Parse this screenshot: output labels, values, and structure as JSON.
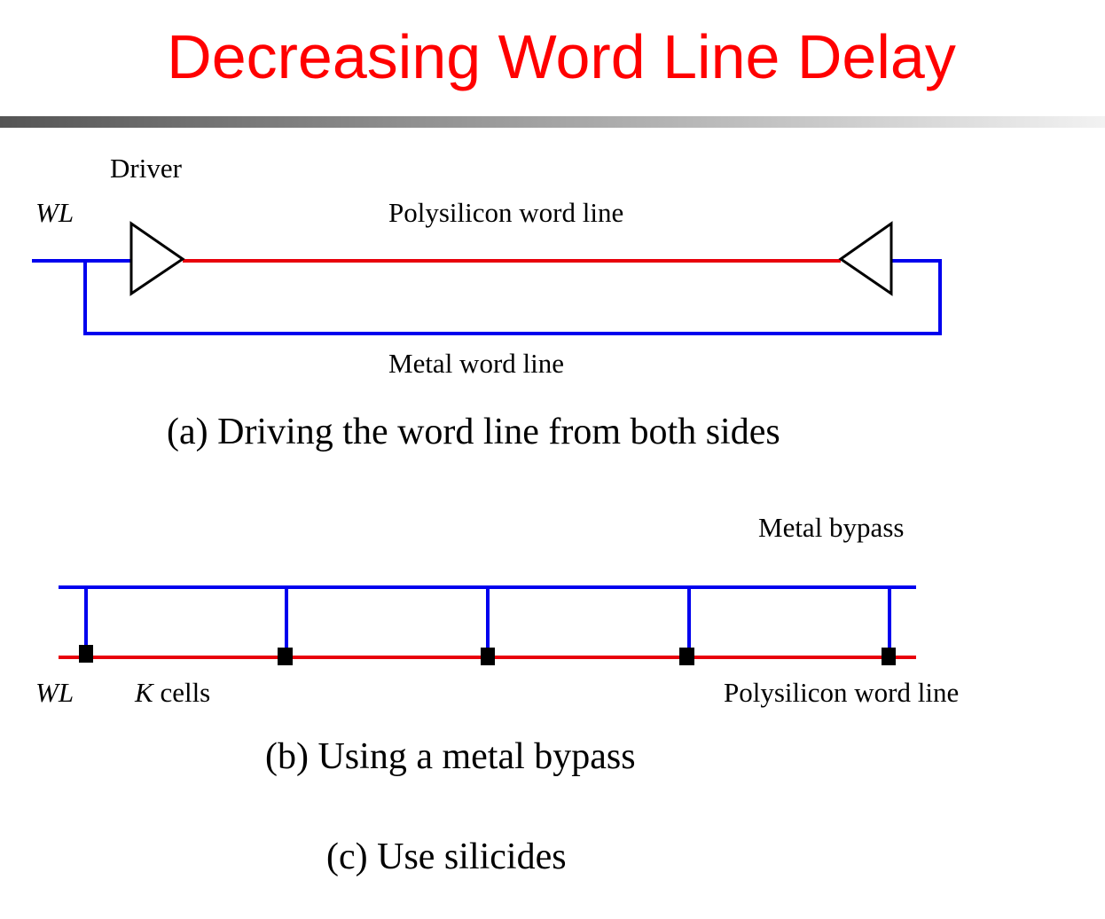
{
  "title": "Decreasing Word Line Delay",
  "colors": {
    "title": "#ff0000",
    "polysilicon": "#e8000b",
    "metal": "#0000ee",
    "contact": "#000000",
    "rule_dark": "#555555",
    "rule_light": "#f2f2f2"
  },
  "part_a": {
    "driver_label": "Driver",
    "wl_label": "WL",
    "poly_label": "Polysilicon word line",
    "metal_label": "Metal word line",
    "caption": "(a) Driving the word line from both sides"
  },
  "part_b": {
    "metal_label": "Metal bypass",
    "wl_label": "WL",
    "k_label": "K",
    "cells_label": " cells",
    "poly_label": "Polysilicon word line",
    "caption": "(b) Using a metal bypass"
  },
  "part_c": {
    "caption": "(c) Use silicides"
  }
}
